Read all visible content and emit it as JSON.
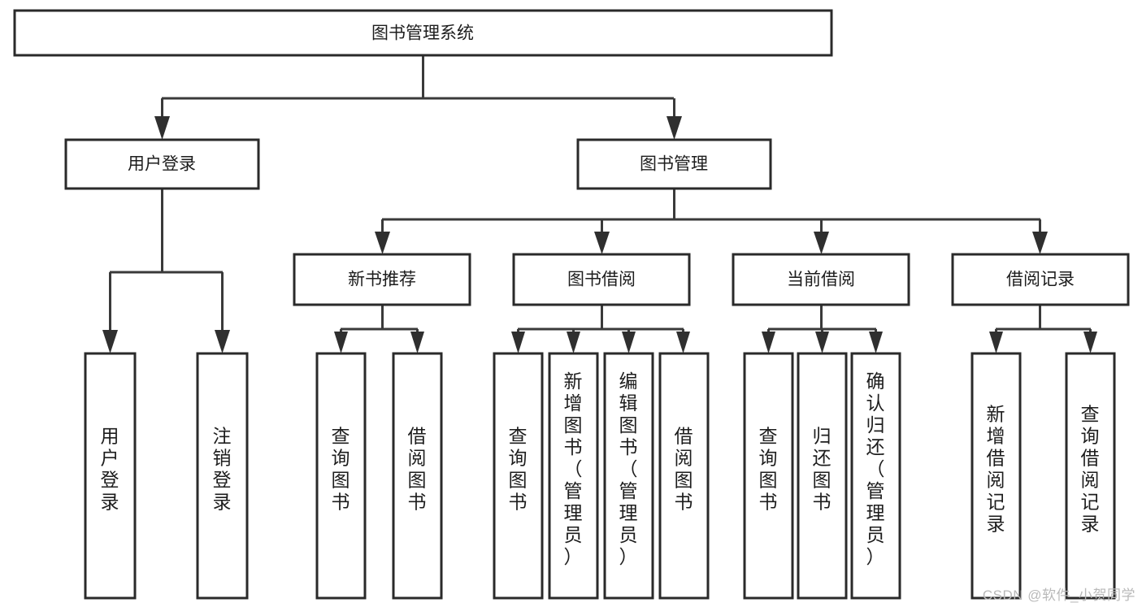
{
  "diagram": {
    "title": "图书管理系统",
    "type": "tree-hierarchy-diagram",
    "root": {
      "id": "root",
      "label": "图书管理系统"
    },
    "level2": [
      {
        "id": "user-login",
        "label": "用户登录"
      },
      {
        "id": "book-manage",
        "label": "图书管理"
      }
    ],
    "level3": [
      {
        "id": "new-book-rec",
        "label": "新书推荐",
        "parent": "book-manage"
      },
      {
        "id": "book-borrow",
        "label": "图书借阅",
        "parent": "book-manage"
      },
      {
        "id": "current-borrow",
        "label": "当前借阅",
        "parent": "book-manage"
      },
      {
        "id": "borrow-record",
        "label": "借阅记录",
        "parent": "book-manage"
      }
    ],
    "leaves": {
      "user-login": [
        {
          "id": "leaf-user-login",
          "label": "用户登录"
        },
        {
          "id": "leaf-user-logout",
          "label": "注销登录"
        }
      ],
      "new-book-rec": [
        {
          "id": "leaf-query-book-1",
          "label": "查询图书"
        },
        {
          "id": "leaf-borrow-book-1",
          "label": "借阅图书"
        }
      ],
      "book-borrow": [
        {
          "id": "leaf-query-book-2",
          "label": "查询图书"
        },
        {
          "id": "leaf-add-book",
          "label": "新增图书（管理员）"
        },
        {
          "id": "leaf-edit-book",
          "label": "编辑图书（管理员）"
        },
        {
          "id": "leaf-borrow-book-2",
          "label": "借阅图书"
        }
      ],
      "current-borrow": [
        {
          "id": "leaf-query-book-3",
          "label": "查询图书"
        },
        {
          "id": "leaf-return-book",
          "label": "归还图书"
        },
        {
          "id": "leaf-confirm-return",
          "label": "确认归还（管理员）"
        }
      ],
      "borrow-record": [
        {
          "id": "leaf-add-record",
          "label": "新增借阅记录"
        },
        {
          "id": "leaf-query-record",
          "label": "查询借阅记录"
        }
      ]
    }
  },
  "watermark": {
    "text": "CSDN @软件_小贺同学"
  },
  "colors": {
    "background": "#ffffff",
    "box_fill": "#ffffff",
    "box_stroke": "#2a2a2a",
    "connector": "#3a3a3a",
    "text": "#1d1d1d",
    "watermark": "#b9b9b9"
  }
}
